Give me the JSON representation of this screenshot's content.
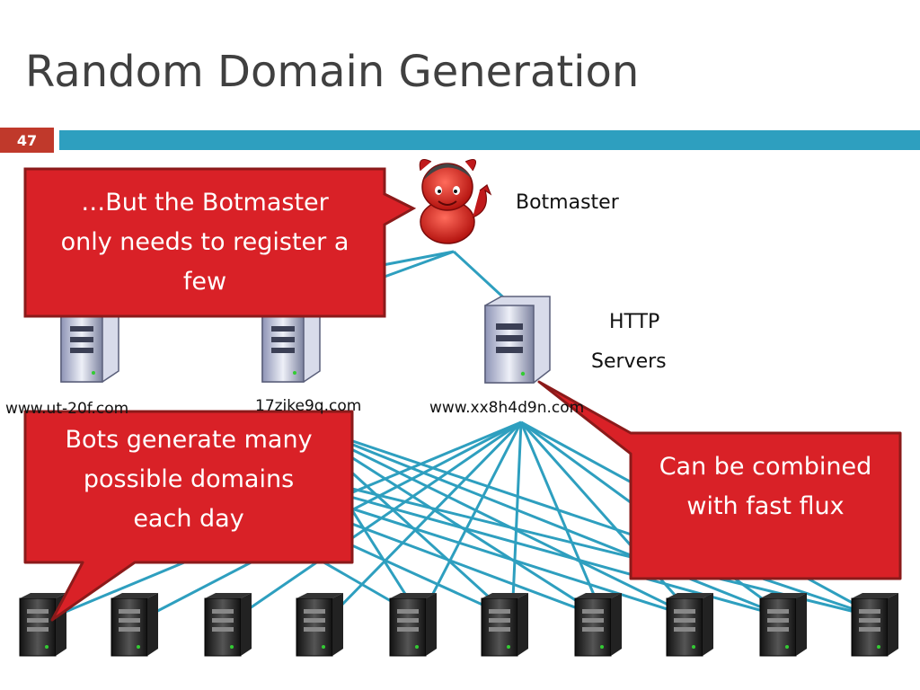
{
  "slide": {
    "title": "Random Domain Generation",
    "number": "47"
  },
  "labels": {
    "botmaster": "Botmaster",
    "http_servers_line1": "HTTP",
    "http_servers_line2": "Servers"
  },
  "domains": [
    "www.xx8h4d9n.com",
    "17zike9q.com",
    "www.ut-20f.com"
  ],
  "callouts": {
    "register_few": [
      "…But the Botmaster",
      "only needs to register a",
      "few"
    ],
    "generate_many": [
      "Bots generate many",
      "possible domains",
      "each day"
    ],
    "fast_flux": [
      "Can be combined",
      "with fast flux"
    ]
  },
  "colors": {
    "accent_bar": "#2e9fbf",
    "callout_fill": "#d92127",
    "link_line": "#2e9fbf",
    "slide_number_bg": "#c0392b"
  },
  "icons": {
    "botmaster": "devil-icon",
    "server": "server-tower-icon",
    "bot": "black-pc-tower-icon"
  }
}
